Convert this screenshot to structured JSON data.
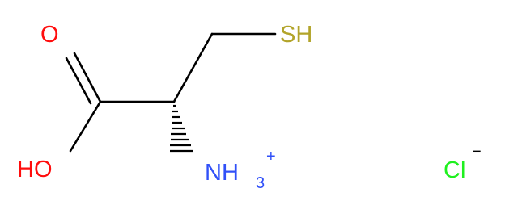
{
  "molecule": {
    "atoms": {
      "oxygen_carbonyl": "O",
      "hydroxyl": "HO",
      "thiol": "SH",
      "ammonium_nh": "NH",
      "ammonium_sub": "3",
      "ammonium_charge": "+",
      "chloride": "Cl",
      "chloride_charge": "−"
    },
    "colors": {
      "bond": "#000000",
      "oxygen": "#ff0d0d",
      "nitrogen": "#3050f8",
      "sulfur": "#b2a42a",
      "chlorine": "#1ff01f"
    }
  }
}
